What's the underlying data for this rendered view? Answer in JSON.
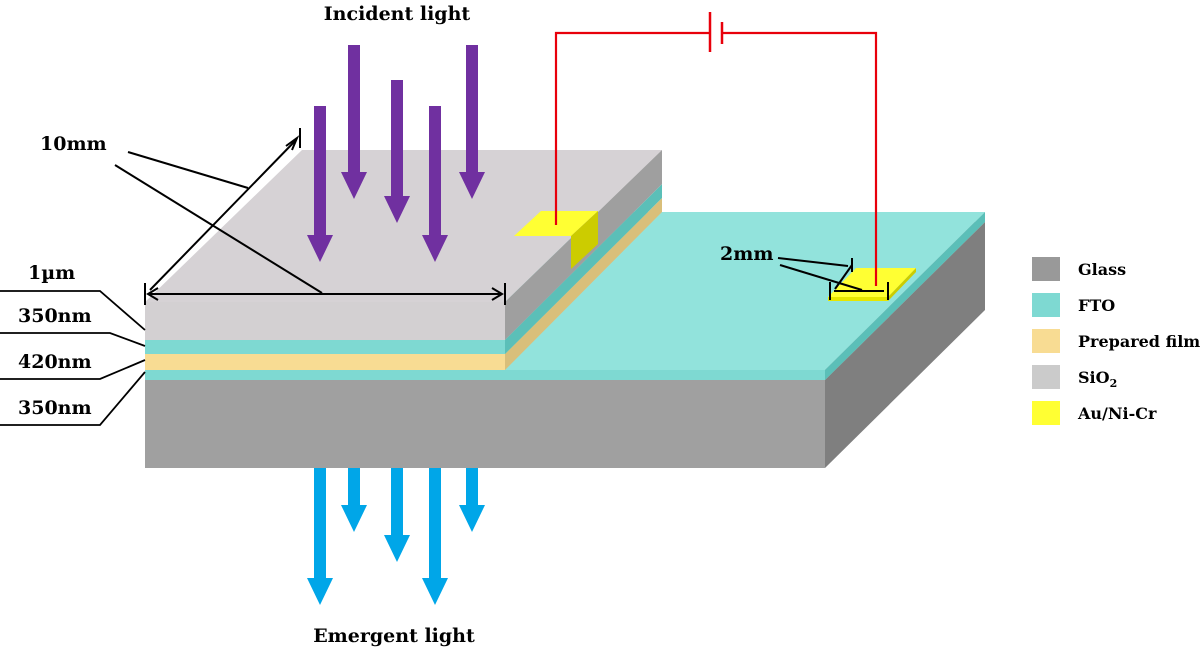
{
  "labels": {
    "incident": "Incident light",
    "emergent": "Emergent light",
    "width": "10mm",
    "electrode_gap": "2mm",
    "layer_sio2": "1µm",
    "layer_fto_top": "350nm",
    "layer_film": "420nm",
    "layer_fto_bottom": "350nm"
  },
  "legend": [
    {
      "label": "Glass",
      "color": "#999999"
    },
    {
      "label": "FTO",
      "color": "#7ed9d2"
    },
    {
      "label": "Prepared film",
      "color": "#f8dc93"
    },
    {
      "label": "SiO",
      "sub": "2",
      "color": "#cbcbcb"
    },
    {
      "label": "Au/Ni-Cr",
      "color": "#ffff33"
    }
  ],
  "colors": {
    "incident_arrow": "#7030a0",
    "emergent_arrow": "#00a6e8",
    "circuit_wire": "#e8000b",
    "dimension_line": "#000000"
  },
  "icons": {
    "battery": "battery-icon"
  }
}
